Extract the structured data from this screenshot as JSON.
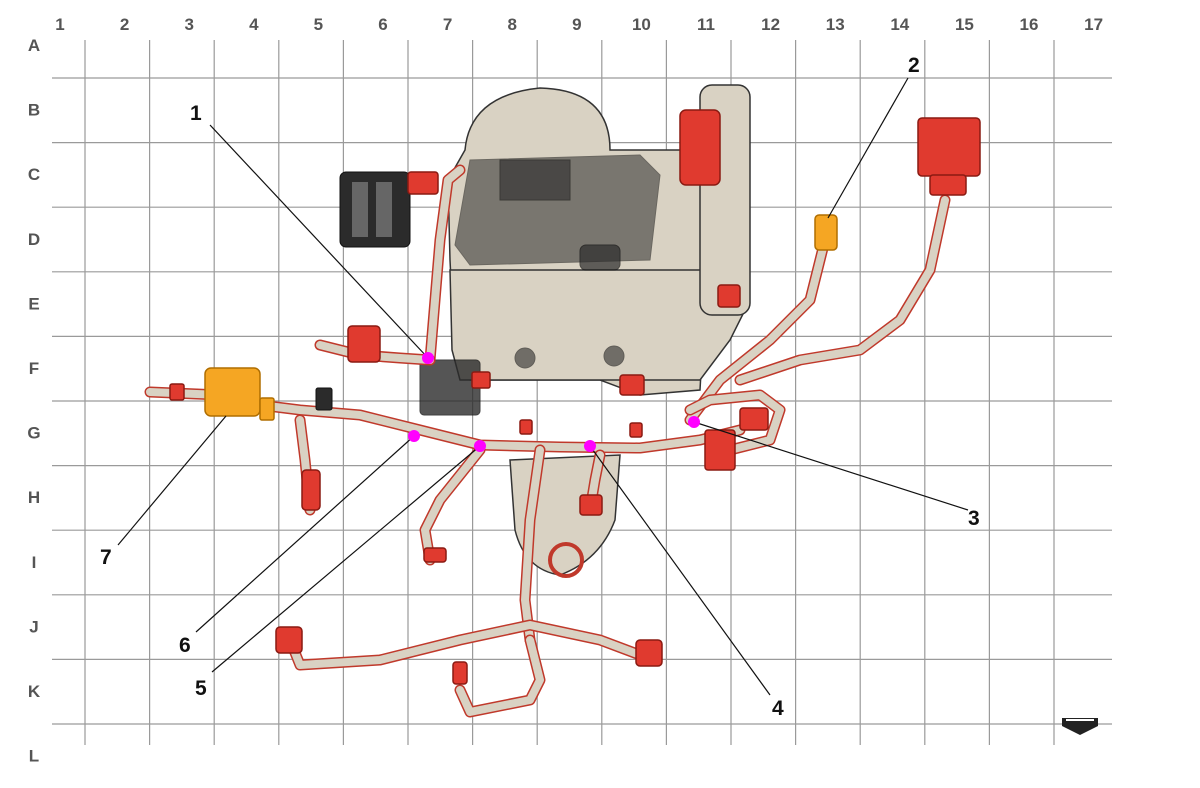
{
  "grid": {
    "columns": [
      "1",
      "2",
      "3",
      "4",
      "5",
      "6",
      "7",
      "8",
      "9",
      "10",
      "11",
      "12",
      "13",
      "14",
      "15",
      "16",
      "17"
    ],
    "rows": [
      "A",
      "B",
      "C",
      "D",
      "E",
      "F",
      "G",
      "H",
      "I",
      "J",
      "K",
      "L"
    ]
  },
  "callouts": [
    {
      "id": "1",
      "label": "1"
    },
    {
      "id": "2",
      "label": "2"
    },
    {
      "id": "3",
      "label": "3"
    },
    {
      "id": "4",
      "label": "4"
    },
    {
      "id": "5",
      "label": "5"
    },
    {
      "id": "6",
      "label": "6"
    },
    {
      "id": "7",
      "label": "7"
    }
  ],
  "colors": {
    "grid": "#9a9a9a",
    "harness": "#c0392b",
    "connector": "#e03a2f",
    "highlight_connector": "#f5a623",
    "marker_dot": "#ff00ff",
    "component_body": "#d9d2c3"
  },
  "icons": [
    "front-direction-arrow-icon"
  ]
}
